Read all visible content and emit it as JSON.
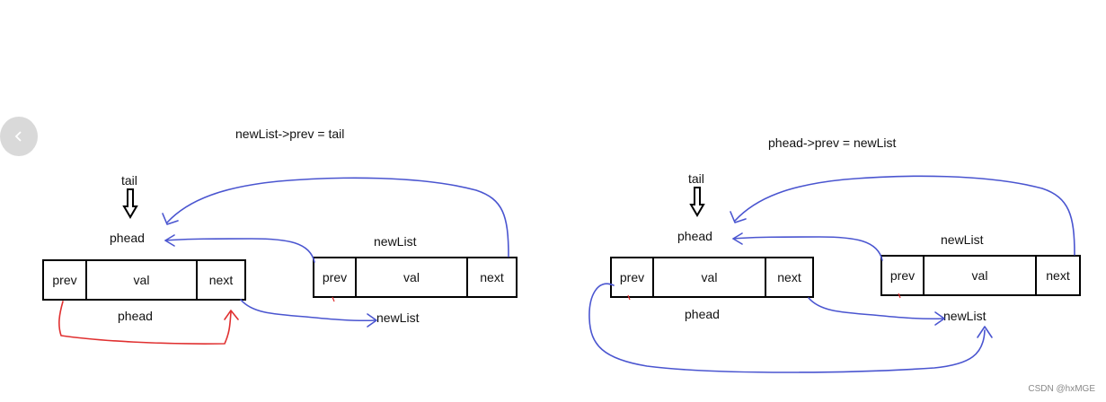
{
  "left": {
    "title": "newList->prev = tail",
    "tail_label": "tail",
    "phead_top_label": "phead",
    "newlist_top_label": "newList",
    "phead_bottom_label": "phead",
    "newlist_bottom_label": "newList",
    "node1": {
      "prev": "prev",
      "val": "val",
      "next": "next"
    },
    "node2": {
      "prev": "prev",
      "val": "val",
      "next": "next"
    }
  },
  "right": {
    "title": "phead->prev = newList",
    "tail_label": "tail",
    "phead_top_label": "phead",
    "newlist_top_label": "newList",
    "phead_bottom_label": "phead",
    "newlist_bottom_label": "newList",
    "node1": {
      "prev": "prev",
      "val": "val",
      "next": "next"
    },
    "node2": {
      "prev": "prev",
      "val": "val",
      "next": "next"
    }
  },
  "watermark": "CSDN @hxMGE",
  "colors": {
    "pointer": "#4a55d0",
    "highlight": "#e03030",
    "border": "#000000"
  },
  "icons": {
    "back": "chevron-left-icon",
    "pointer": "down-arrow-icon"
  }
}
